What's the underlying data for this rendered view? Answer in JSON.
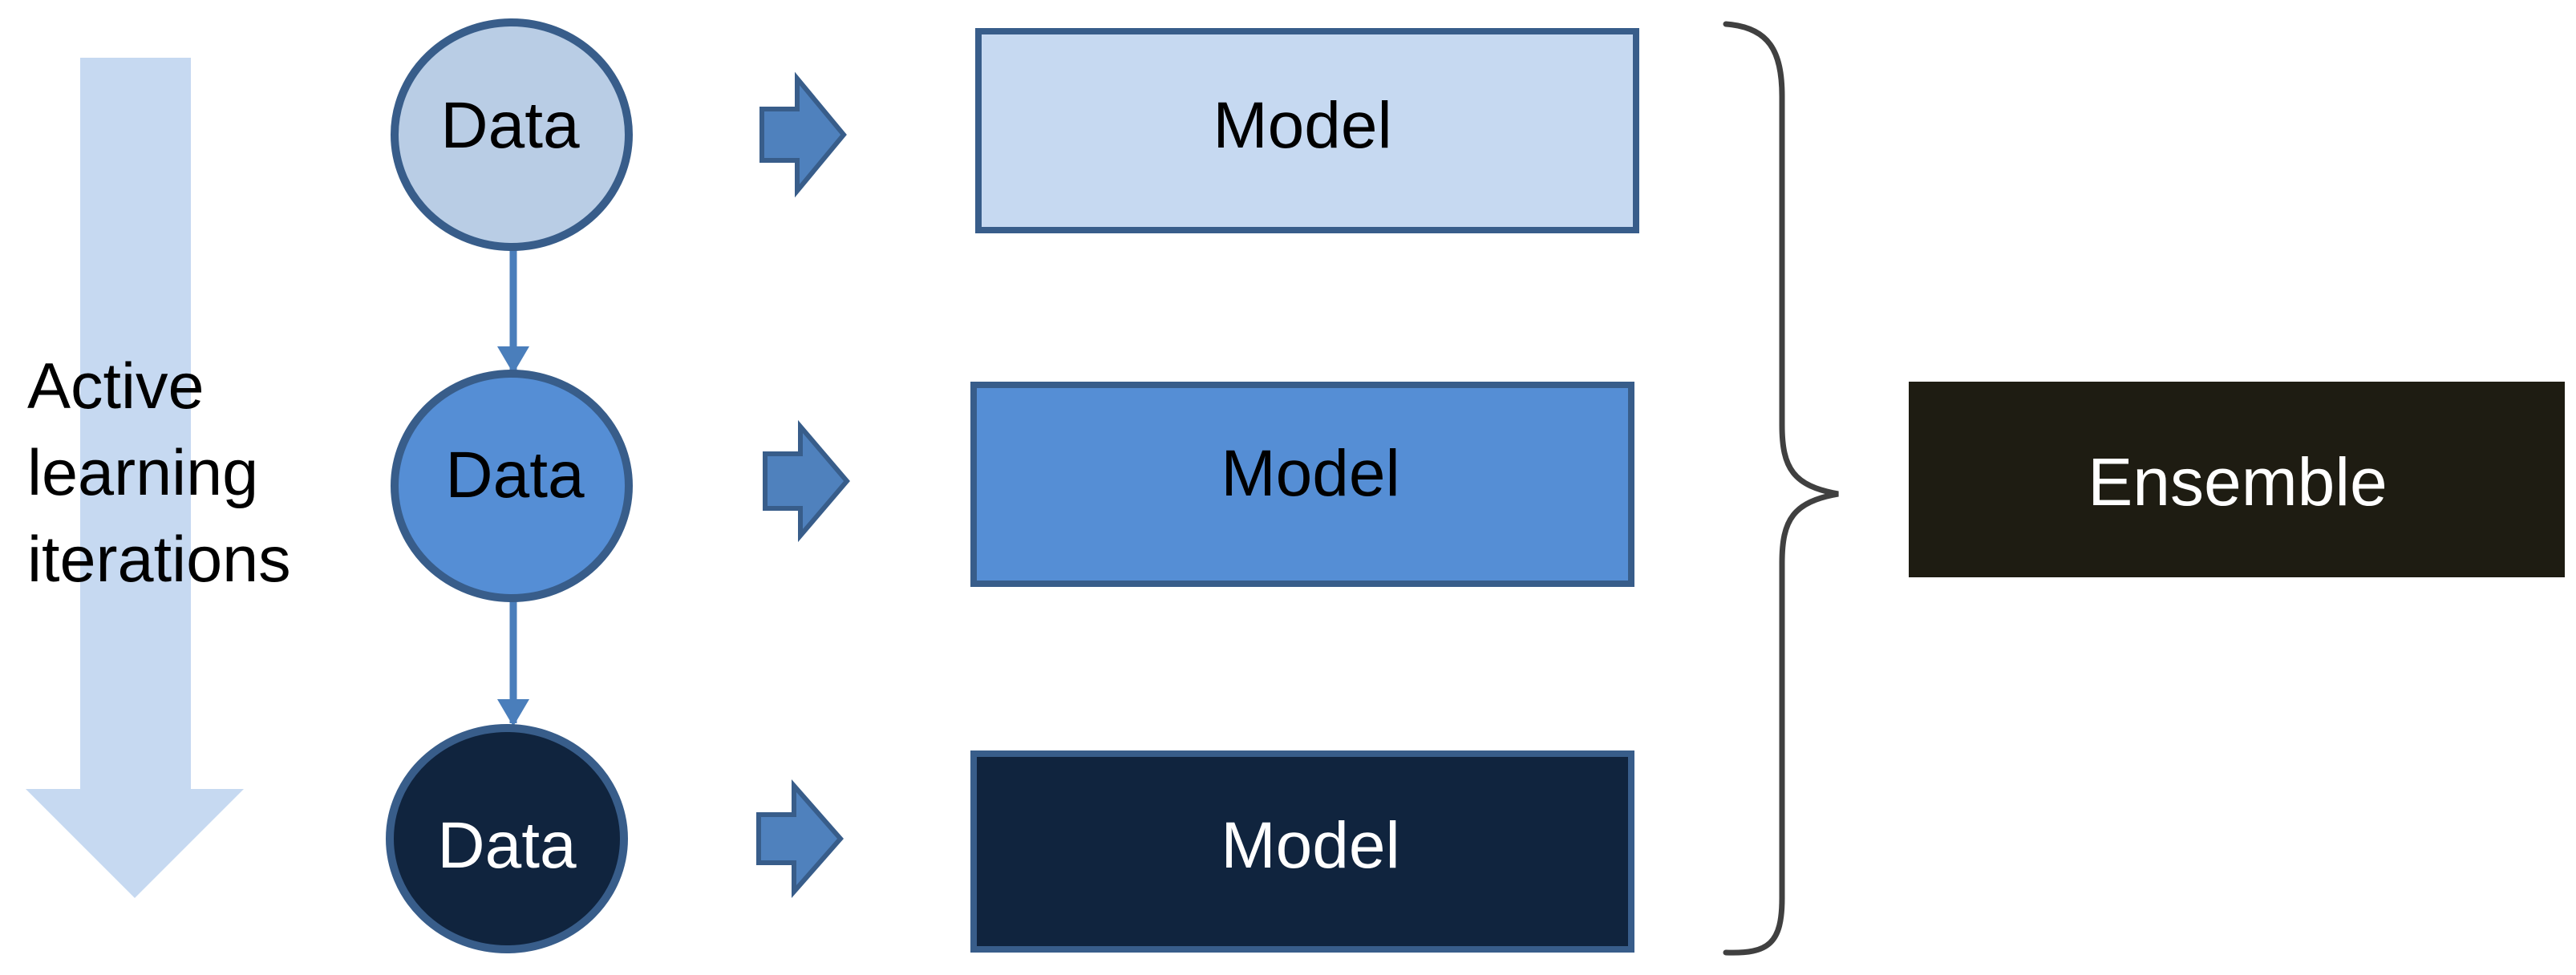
{
  "side_label": {
    "lines": [
      "Active",
      "learning",
      "iterations"
    ]
  },
  "stages": [
    {
      "data_label": "Data",
      "model_label": "Model",
      "fill": "#b9cde5",
      "box_fill": "#c6d9f1",
      "text_color": "#000000"
    },
    {
      "data_label": "Data",
      "model_label": "Model",
      "fill": "#558ed5",
      "box_fill": "#558ed5",
      "text_color": "#000000"
    },
    {
      "data_label": "Data",
      "model_label": "Model",
      "fill": "#10243e",
      "box_fill": "#10243e",
      "text_color": "#ffffff"
    }
  ],
  "ensemble": {
    "label": "Ensemble",
    "fill": "#1e1c12",
    "text_color": "#ffffff"
  },
  "colors": {
    "outline": "#385d8a",
    "arrow_fill": "#4f81bd",
    "connector": "#4a7ebb",
    "big_arrow": "#c6d9f1",
    "brace": "#404040"
  },
  "icons": {
    "big_arrow": "down-arrow-icon",
    "block_arrow": "right-arrow-icon",
    "brace": "right-curly-brace-icon"
  }
}
